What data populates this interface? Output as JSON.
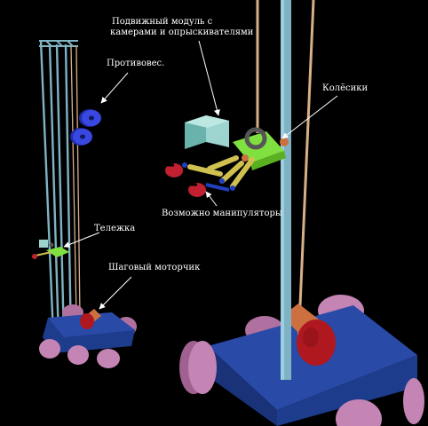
{
  "labels": {
    "module_line1": "Подвижный модуль с",
    "module_line2": "камерами и опрыскивателями",
    "counterweight": "Противовес.",
    "wheels": "Колёсики",
    "trolley": "Тележка",
    "manipulators": "Возможно манипуляторы",
    "stepper_motor": "Шаговый моторчик"
  },
  "colors": {
    "background": "#000000",
    "base": "#1e3c8c",
    "wheel": "#c484b4",
    "rail": "#7fb3c4",
    "cable": "#d8b088",
    "motor": "#cc7040",
    "motor_cap": "#b01820",
    "counterweight": "#2a38c8",
    "arm": "#d0c050",
    "joint": "#2040c0",
    "gripper": "#c02030",
    "module_box": "#9ed4d0",
    "carriage": "#80e040",
    "label_text": "#ffffff"
  }
}
